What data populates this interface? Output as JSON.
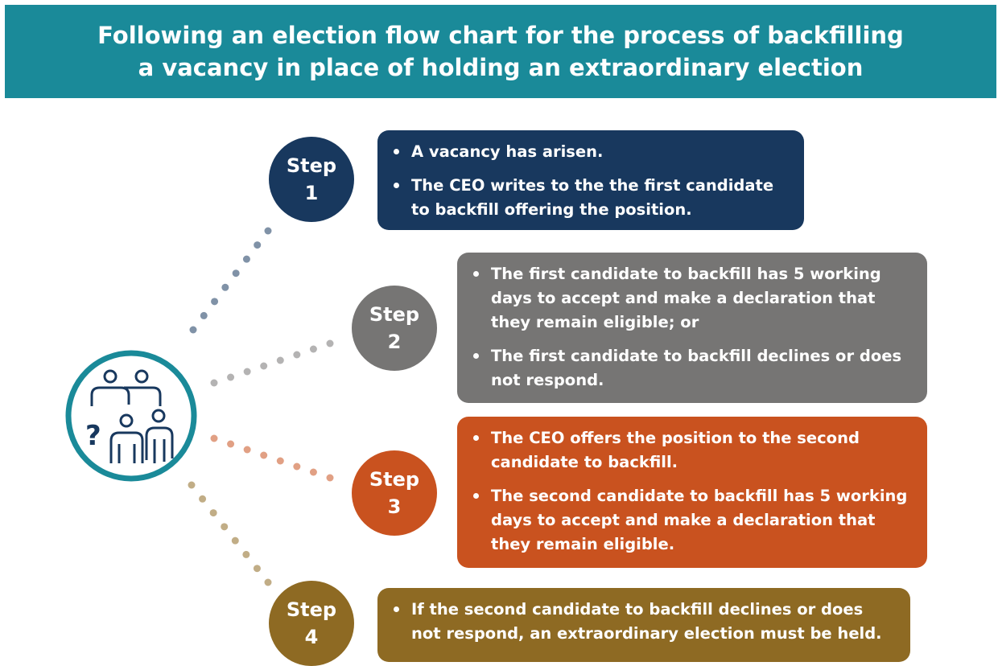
{
  "title": {
    "line1": "Following an election flow chart for the process of backfilling",
    "line2": "a vacancy in place of holding an extraordinary election"
  },
  "icon": "group-question-icon",
  "colors": {
    "header": "#1a8a99",
    "step1": "#18385e",
    "step2": "#767574",
    "step3": "#c9521f",
    "step4": "#8e6a23",
    "icon_ring": "#1a8a99",
    "icon_figures": "#18385e"
  },
  "steps": [
    {
      "word": "Step",
      "number": "1",
      "bullets": [
        "A vacancy has arisen.",
        "The CEO writes to the the first candidate to backfill offering the position."
      ]
    },
    {
      "word": "Step",
      "number": "2",
      "bullets": [
        "The first candidate to backfill has 5 working days to accept and make a declaration that they remain eligible; or",
        "The first candidate to backfill declines or does not respond."
      ]
    },
    {
      "word": "Step",
      "number": "3",
      "bullets": [
        "The CEO offers the position to the second candidate to backfill.",
        "The second candidate to backfill has 5 working days to accept and make a declaration that they remain eligible."
      ]
    },
    {
      "word": "Step",
      "number": "4",
      "bullets": [
        "If the second candidate to backfill declines or does not respond, an extraordinary election must be held."
      ]
    }
  ]
}
